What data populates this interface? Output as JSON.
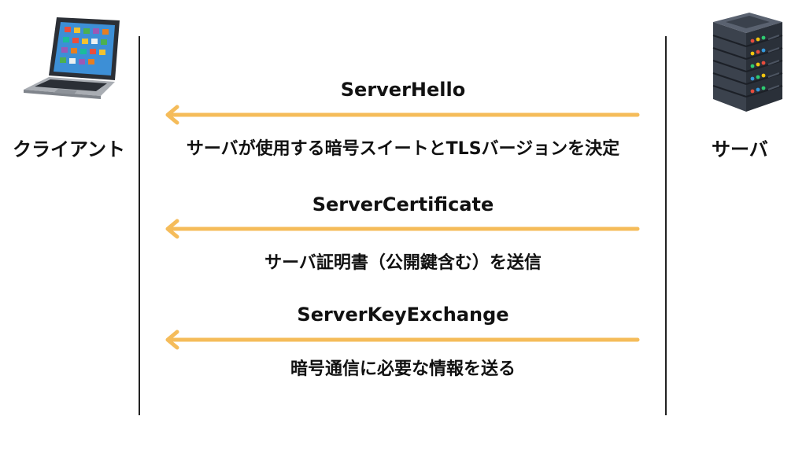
{
  "client": {
    "label": "クライアント",
    "icon": "laptop-icon"
  },
  "server": {
    "label": "サーバ",
    "icon": "server-rack-icon"
  },
  "messages": [
    {
      "title": "ServerHello",
      "description": "サーバが使用する暗号スイートとTLSバージョンを決定"
    },
    {
      "title": "ServerCertificate",
      "description": "サーバ証明書（公開鍵含む）を送信"
    },
    {
      "title": "ServerKeyExchange",
      "description": "暗号通信に必要な情報を送る"
    }
  ],
  "colors": {
    "arrow": "#F5BC5A",
    "lifeline": "#222222",
    "text": "#111111"
  }
}
